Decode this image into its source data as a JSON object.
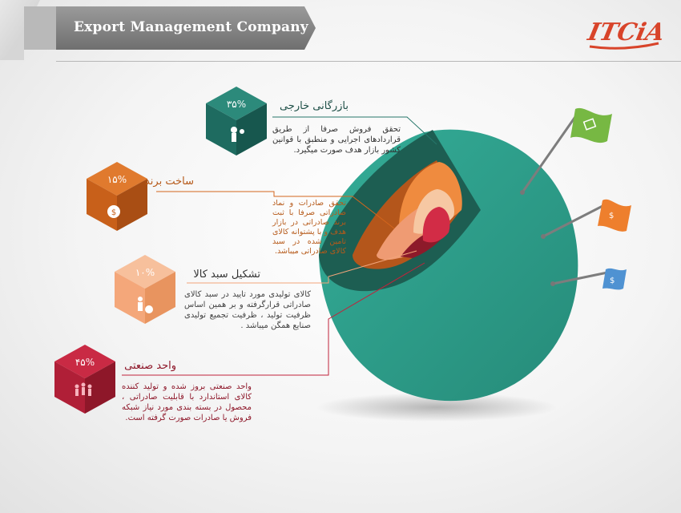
{
  "header": {
    "title": "Export Management Company"
  },
  "logo": {
    "text": "ITCIA"
  },
  "items": [
    {
      "percent": "۳۵%",
      "title": "بازرگانی خارجی",
      "description": "تحقق فروش صرفا از طریق قراردادهای اجرایی و منطبق با قوانین کشور بازار هدف صورت میگیرد.",
      "color": "#26766a"
    },
    {
      "percent": "۱۵%",
      "title": "ساخت برند",
      "description": "تحقق صادرات و نماد صادراتی صرفا با ثبت برند صادراتی در بازار هدف و با پشتوانه کالای تامین شده در سبد کالای صادراتی میباشد.",
      "color": "#d3661d"
    },
    {
      "percent": "۱۰%",
      "title": "تشکیل سبد کالا",
      "description": "کالای تولیدی مورد تایید در سبد کالای صادراتی قرارگرفته و بر همین اساس ظرفیت تولید ، ظرفیت تجمیع تولیدی صنایع همگن میباشد .",
      "color": "#f2a57a"
    },
    {
      "percent": "۴۵%",
      "title": "واحد صنعتی",
      "description": "واحد صنعتی بروز شده و تولید کننده کالای استاندارد با قابلیت صادراتی ، محصول در بسته بندی مورد نیاز شبکه فروش یا صادرات صورت گرفته است.",
      "color": "#c0233b"
    }
  ],
  "colors": {
    "teal": "#2a9b88",
    "teal_dark": "#1e6458",
    "orange": "#ec8a3e",
    "peach": "#f5c29a",
    "red": "#c7223b",
    "flag_green": "#77b843",
    "flag_orange": "#ee7f2d",
    "flag_blue": "#4f92d2"
  },
  "icons": [
    "chart-person-icon",
    "money-bag-icon",
    "person-dollar-icon",
    "people-group-icon",
    "document-icon",
    "money-icon",
    "cash-icon"
  ]
}
